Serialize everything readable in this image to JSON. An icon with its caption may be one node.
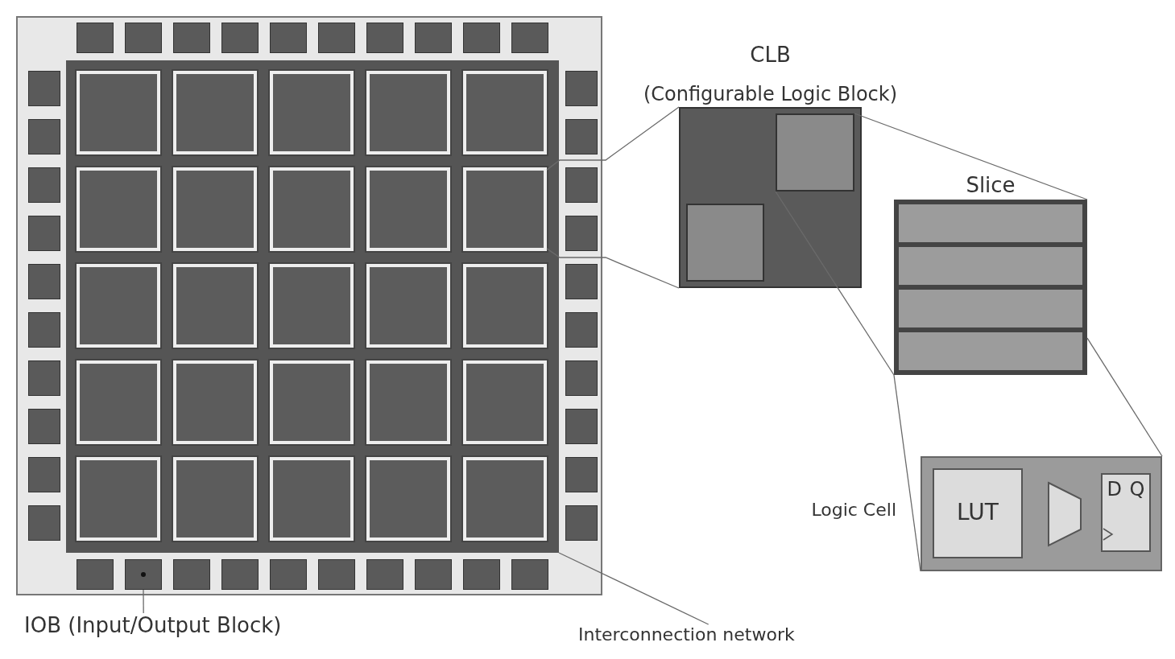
{
  "diagram": {
    "nodes": [
      {
        "text": [],
        "shape": "box"
      },
      {
        "text": [],
        "shape": "box",
        "in": 0
      },
      {
        "text": [],
        "shape": "box",
        "in": 0
      },
      {
        "text": [],
        "shape": "box",
        "in": 0
      },
      {
        "text": [],
        "shape": "box",
        "in": 0
      },
      {
        "text": [],
        "shape": "box",
        "in": 0
      },
      {
        "text": [],
        "shape": "box",
        "in": 0
      },
      {
        "text": [],
        "shape": "box",
        "in": 0
      },
      {
        "text": [],
        "shape": "box",
        "in": 0
      },
      {
        "text": [],
        "shape": "box",
        "in": 0
      },
      {
        "text": [],
        "shape": "box",
        "in": 0
      },
      {
        "text": [],
        "shape": "box",
        "in": 0
      },
      {
        "text": [],
        "shape": "box",
        "in": 0
      },
      {
        "text": [],
        "shape": "box",
        "in": 0
      },
      {
        "text": [],
        "shape": "box",
        "in": 0
      },
      {
        "text": [],
        "shape": "box",
        "in": 0
      },
      {
        "text": [],
        "shape": "box",
        "in": 0
      },
      {
        "text": [],
        "shape": "box",
        "in": 0
      },
      {
        "text": [],
        "shape": "box",
        "in": 0
      },
      {
        "text": [],
        "shape": "box",
        "in": 0
      },
      {
        "text": [],
        "shape": "box",
        "in": 0
      },
      {
        "text": [],
        "shape": "box",
        "in": 0
      },
      {
        "text": [],
        "shape": "box",
        "in": 21
      },
      {
        "text": [],
        "shape": "box",
        "in": 21
      },
      {
        "text": [],
        "shape": "box",
        "in": 21
      },
      {
        "text": [],
        "shape": "box",
        "in": 21
      },
      {
        "text": [],
        "shape": "box",
        "in": 21
      },
      {
        "text": [],
        "shape": "box",
        "in": 21
      },
      {
        "text": [],
        "shape": "box",
        "in": 21
      },
      {
        "text": [],
        "shape": "box",
        "in": 21
      },
      {
        "text": [],
        "shape": "box",
        "in": 21
      },
      {
        "text": [],
        "shape": "box",
        "in": 21
      },
      {
        "text": [],
        "shape": "box",
        "in": 21
      },
      {
        "text": [],
        "shape": "box",
        "in": 21
      },
      {
        "text": [],
        "shape": "box",
        "in": 21
      },
      {
        "text": [],
        "shape": "box",
        "in": 21
      },
      {
        "text": [],
        "shape": "box",
        "in": 21
      },
      {
        "text": [],
        "shape": "box",
        "in": 21
      },
      {
        "text": [],
        "shape": "box",
        "in": 21
      },
      {
        "text": [],
        "shape": "box",
        "in": 21
      },
      {
        "text": [],
        "shape": "box",
        "in": 21
      },
      {
        "text": [],
        "shape": "box",
        "in": 21
      },
      {
        "text": [],
        "shape": "box",
        "in": 21
      },
      {
        "text": [],
        "shape": "box",
        "in": 21
      },
      {
        "text": [],
        "shape": "box",
        "in": 21
      },
      {
        "text": [],
        "shape": "box",
        "in": 21
      },
      {
        "text": [],
        "shape": "box",
        "in": 21
      },
      {
        "text": [],
        "shape": "box",
        "in": 0
      },
      {
        "text": [],
        "shape": "box",
        "in": 0
      },
      {
        "text": [],
        "shape": "box",
        "in": 0
      },
      {
        "text": [],
        "shape": "box",
        "in": 0
      },
      {
        "text": [],
        "shape": "box",
        "in": 0
      },
      {
        "text": [],
        "shape": "box",
        "in": 0
      },
      {
        "text": [],
        "shape": "box",
        "in": 0
      },
      {
        "text": [],
        "shape": "box",
        "in": 0
      },
      {
        "text": [],
        "shape": "box",
        "in": 0
      },
      {
        "text": [],
        "shape": "box",
        "in": 0
      },
      {
        "text": [],
        "shape": "box",
        "in": 0
      },
      {
        "text": [],
        "shape": "box",
        "in": 0
      },
      {
        "text": [],
        "shape": "box",
        "in": 0
      },
      {
        "text": [],
        "shape": "box",
        "in": 0
      },
      {
        "text": [],
        "shape": "box",
        "in": 0
      },
      {
        "text": [],
        "shape": "box",
        "in": 0
      },
      {
        "text": [],
        "shape": "box",
        "in": 0
      },
      {
        "text": [],
        "shape": "box",
        "in": 0
      },
      {
        "text": [],
        "shape": "box",
        "in": 0
      },
      {
        "text": [],
        "shape": "box",
        "in": 0
      },
      {
        "text": [
          "CLB",
          "(Configurable Logic Block)"
        ]
      },
      {
        "text": [],
        "shape": "box",
        "in": 67
      },
      {
        "text": [],
        "shape": "box",
        "in": 67
      },
      {
        "text": [
          "Slice"
        ]
      },
      {
        "text": [],
        "shape": "bar",
        "in": 70
      },
      {
        "text": [],
        "shape": "bar",
        "in": 70
      },
      {
        "text": [],
        "shape": "bar",
        "in": 70
      },
      {
        "text": [],
        "shape": "bar",
        "in": 70
      },
      {
        "text": [
          "Logic Cell"
        ]
      },
      {
        "text": [
          "LUT"
        ],
        "in": 75
      },
      {
        "text": [],
        "shape": "trapezoid",
        "in": 75
      },
      {
        "text": [
          "D Q"
        ],
        "in": 75
      },
      {
        "text": [
          "IOB (Input/Output Block)"
        ]
      },
      {
        "text": [
          "Interconnection network"
        ]
      }
    ],
    "edges": [
      {
        "from": 31,
        "to": 67,
        "arrow": "none"
      },
      {
        "from": 31,
        "to": 67,
        "arrow": "none"
      },
      {
        "from": 68,
        "to": 70,
        "arrow": "none"
      },
      {
        "from": 68,
        "to": 70,
        "arrow": "none"
      },
      {
        "from": 70,
        "to": 75,
        "arrow": "none"
      },
      {
        "from": 70,
        "to": 75,
        "arrow": "none"
      },
      {
        "from": 79,
        "to": 58,
        "arrow": "none"
      },
      {
        "from": 80,
        "to": 21,
        "arrow": "none"
      }
    ]
  }
}
